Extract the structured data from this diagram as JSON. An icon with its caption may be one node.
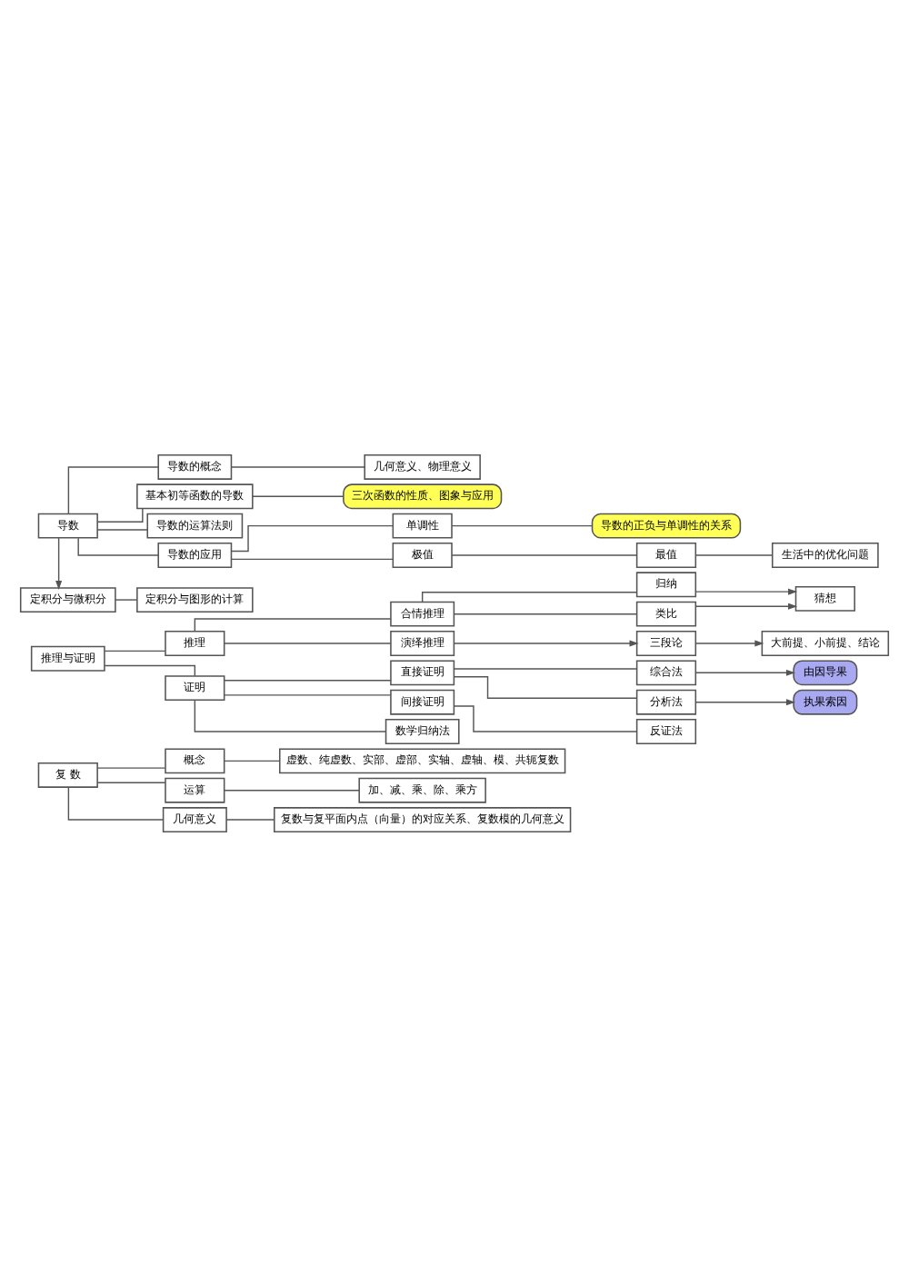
{
  "diagram": {
    "nodes": [
      {
        "text": [
          "导数"
        ]
      },
      {
        "text": [
          "导数的概念"
        ]
      },
      {
        "text": [
          "几何意义、物理意义"
        ]
      },
      {
        "text": [
          "基本初等函数的导数"
        ]
      },
      {
        "text": [
          "三次函数的性质、图象与应用"
        ]
      },
      {
        "text": [
          "导数的运算法则"
        ]
      },
      {
        "text": [
          "导数的应用"
        ]
      },
      {
        "text": [
          "单调性"
        ]
      },
      {
        "text": [
          "导数的正负与单调性的关系"
        ]
      },
      {
        "text": [
          "极值"
        ]
      },
      {
        "text": [
          "最值"
        ]
      },
      {
        "text": [
          "生活中的优化问题"
        ]
      },
      {
        "text": [
          "定积分与微积分"
        ]
      },
      {
        "text": [
          "定积分与图形的计算"
        ]
      },
      {
        "text": [
          "推理与证明"
        ]
      },
      {
        "text": [
          "推理"
        ]
      },
      {
        "text": [
          "合情推理"
        ]
      },
      {
        "text": [
          "归纳"
        ]
      },
      {
        "text": [
          "类比"
        ]
      },
      {
        "text": [
          "猜想"
        ]
      },
      {
        "text": [
          "演绎推理"
        ]
      },
      {
        "text": [
          "三段论"
        ]
      },
      {
        "text": [
          "大前提、小前提、结论"
        ]
      },
      {
        "text": [
          "证明"
        ]
      },
      {
        "text": [
          "直接证明"
        ]
      },
      {
        "text": [
          "综合法"
        ]
      },
      {
        "text": [
          "由因导果"
        ]
      },
      {
        "text": [
          "分析法"
        ]
      },
      {
        "text": [
          "执果索因"
        ]
      },
      {
        "text": [
          "间接证明"
        ]
      },
      {
        "text": [
          "反证法"
        ]
      },
      {
        "text": [
          "数学归纳法"
        ]
      },
      {
        "text": [
          "复 数"
        ]
      },
      {
        "text": [
          "概念"
        ]
      },
      {
        "text": [
          "虚数、纯虚数、实部、虚部、实轴、虚轴、模、共轭复数"
        ]
      },
      {
        "text": [
          "运算"
        ]
      },
      {
        "text": [
          "加、减、乘、除、乘方"
        ]
      },
      {
        "text": [
          "几何意义"
        ]
      },
      {
        "text": [
          "复数与复平面内点（向量）的对应关系、复数模的几何意义"
        ]
      }
    ],
    "edges": [
      {
        "from": 0,
        "to": 1,
        "arrow": "none"
      },
      {
        "from": 1,
        "to": 2,
        "arrow": "none"
      },
      {
        "from": 0,
        "to": 3,
        "arrow": "none"
      },
      {
        "from": 3,
        "to": 4,
        "arrow": "none"
      },
      {
        "from": 0,
        "to": 5,
        "arrow": "none"
      },
      {
        "from": 0,
        "to": 6,
        "arrow": "none"
      },
      {
        "from": 6,
        "to": 7,
        "arrow": "none"
      },
      {
        "from": 7,
        "to": 8,
        "arrow": "none"
      },
      {
        "from": 6,
        "to": 9,
        "arrow": "none"
      },
      {
        "from": 9,
        "to": 10,
        "arrow": "none"
      },
      {
        "from": 10,
        "to": 11,
        "arrow": "none"
      },
      {
        "from": 0,
        "to": 12,
        "arrow": "to"
      },
      {
        "from": 12,
        "to": 13,
        "arrow": "none"
      },
      {
        "from": 14,
        "to": 15,
        "arrow": "none"
      },
      {
        "from": 15,
        "to": 16,
        "arrow": "none"
      },
      {
        "from": 16,
        "to": 17,
        "arrow": "none"
      },
      {
        "from": 16,
        "to": 18,
        "arrow": "none"
      },
      {
        "from": 17,
        "to": 19,
        "arrow": "to"
      },
      {
        "from": 18,
        "to": 19,
        "arrow": "to"
      },
      {
        "from": 15,
        "to": 20,
        "arrow": "none"
      },
      {
        "from": 20,
        "to": 21,
        "arrow": "to"
      },
      {
        "from": 21,
        "to": 22,
        "arrow": "to"
      },
      {
        "from": 14,
        "to": 23,
        "arrow": "none"
      },
      {
        "from": 23,
        "to": 24,
        "arrow": "none"
      },
      {
        "from": 24,
        "to": 25,
        "arrow": "none"
      },
      {
        "from": 25,
        "to": 26,
        "arrow": "to"
      },
      {
        "from": 24,
        "to": 27,
        "arrow": "none"
      },
      {
        "from": 27,
        "to": 28,
        "arrow": "to"
      },
      {
        "from": 23,
        "to": 29,
        "arrow": "none"
      },
      {
        "from": 29,
        "to": 30,
        "arrow": "none"
      },
      {
        "from": 23,
        "to": 31,
        "arrow": "none"
      },
      {
        "from": 32,
        "to": 33,
        "arrow": "none"
      },
      {
        "from": 33,
        "to": 34,
        "arrow": "none"
      },
      {
        "from": 32,
        "to": 35,
        "arrow": "none"
      },
      {
        "from": 35,
        "to": 36,
        "arrow": "none"
      },
      {
        "from": 32,
        "to": 37,
        "arrow": "none"
      },
      {
        "from": 37,
        "to": 38,
        "arrow": "none"
      }
    ]
  }
}
